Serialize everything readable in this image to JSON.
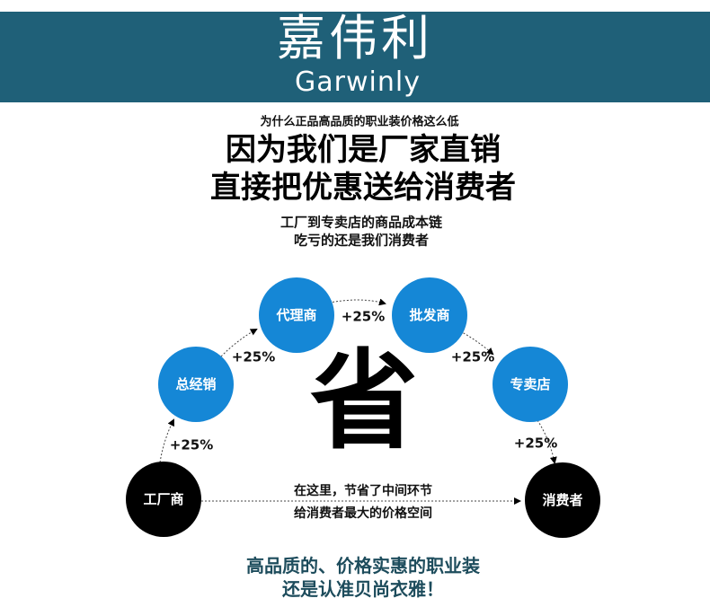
{
  "banner": {
    "brand_cn": "嘉伟利",
    "brand_en": "Garwinly",
    "color": "#1f6078"
  },
  "question": "为什么正品高品质的职业装价格这么低",
  "headline": [
    "因为我们是厂家直销",
    "直接把优惠送给消费者"
  ],
  "subline": [
    "工厂到专卖店的商品成本链",
    "吃亏的还是我们消费者"
  ],
  "nodes": [
    "工厂商",
    "总经销",
    "代理商",
    "批发商",
    "专卖店",
    "消费者"
  ],
  "markup": [
    "+25%",
    "+25%",
    "+25%",
    "+25%",
    "+25%"
  ],
  "center_char": "省",
  "middle_text": [
    "在这里，节省了中间环节",
    "给消费者最大的价格空间"
  ],
  "bottom_text": [
    "高品质的、价格实惠的职业装",
    "还是认准贝尚衣雅！"
  ],
  "colors": {
    "node_blue": "#1587d6",
    "bottom_text": "#1d4c5c"
  }
}
